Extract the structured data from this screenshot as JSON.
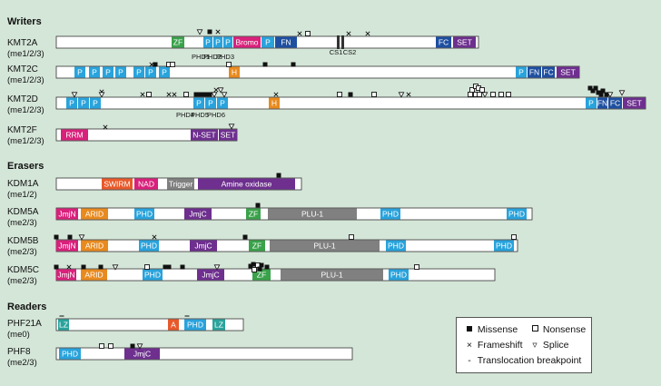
{
  "colors": {
    "background": "#d4e6d8",
    "ZF": "#3aa24a",
    "PHD": "#28a3dc",
    "Bromo": "#d9207b",
    "FN": "#1e4fa0",
    "FC": "#1e4fa0",
    "SET": "#6e2f8f",
    "HMG": "#e88a1e",
    "RRM": "#d9207b",
    "N-SET": "#6e2f8f",
    "SWIRM": "#e8592a",
    "NAD": "#d9207b",
    "Trigger": "#808080",
    "Amine oxidase": "#6e2f8f",
    "JmjN": "#d9207b",
    "ARID": "#e88a1e",
    "JmjC": "#6e2f8f",
    "PLU-1": "#808080",
    "LZ": "#2aa39c",
    "A": "#e8592a"
  },
  "sections": [
    {
      "key": "writers",
      "title": "Writers"
    },
    {
      "key": "erasers",
      "title": "Erasers"
    },
    {
      "key": "readers",
      "title": "Readers"
    }
  ],
  "proteins": [
    {
      "name": "KMT2A",
      "sub": "(me1/2/3)",
      "section": "writers",
      "domains": [
        {
          "label": "ZF",
          "type": "ZF"
        },
        {
          "label": "P",
          "type": "PHD"
        },
        {
          "label": "P",
          "type": "PHD"
        },
        {
          "label": "P",
          "type": "PHD"
        },
        {
          "label": "Bromo",
          "type": "Bromo"
        },
        {
          "label": "P",
          "type": "PHD"
        },
        {
          "label": "FN",
          "type": "FN"
        },
        {
          "label": "FC",
          "type": "FC"
        },
        {
          "label": "SET",
          "type": "SET"
        }
      ],
      "annotations": [
        "PHD1",
        "PHD2",
        "PHD3",
        "CS1",
        "CS2"
      ],
      "mutations": [
        {
          "type": "splice"
        },
        {
          "type": "missense"
        },
        {
          "type": "frameshift"
        },
        {
          "type": "frameshift"
        },
        {
          "type": "nonsense"
        },
        {
          "type": "frameshift"
        },
        {
          "type": "frameshift"
        }
      ]
    },
    {
      "name": "KMT2C",
      "sub": "(me1/2/3)",
      "section": "writers",
      "domains": [
        {
          "label": "P",
          "type": "PHD"
        },
        {
          "label": "P",
          "type": "PHD"
        },
        {
          "label": "P",
          "type": "PHD"
        },
        {
          "label": "P",
          "type": "PHD"
        },
        {
          "label": "P",
          "type": "PHD"
        },
        {
          "label": "P",
          "type": "PHD"
        },
        {
          "label": "P",
          "type": "PHD"
        },
        {
          "label": "H",
          "type": "HMG"
        },
        {
          "label": "P",
          "type": "PHD"
        },
        {
          "label": "FN",
          "type": "FN"
        },
        {
          "label": "FC",
          "type": "FC"
        },
        {
          "label": "SET",
          "type": "SET"
        }
      ],
      "annotations": [],
      "mutations": [
        {
          "type": "frameshift"
        },
        {
          "type": "missense"
        },
        {
          "type": "nonsense"
        },
        {
          "type": "nonsense"
        },
        {
          "type": "missense"
        },
        {
          "type": "missense"
        },
        {
          "type": "nonsense"
        }
      ]
    },
    {
      "name": "KMT2D",
      "sub": "(me1/2/3)",
      "section": "writers",
      "domains": [
        {
          "label": "P",
          "type": "PHD"
        },
        {
          "label": "P",
          "type": "PHD"
        },
        {
          "label": "P",
          "type": "PHD"
        },
        {
          "label": "P",
          "type": "PHD"
        },
        {
          "label": "P",
          "type": "PHD"
        },
        {
          "label": "P",
          "type": "PHD"
        },
        {
          "label": "H",
          "type": "HMG"
        },
        {
          "label": "P",
          "type": "PHD"
        },
        {
          "label": "FN",
          "type": "FN"
        },
        {
          "label": "FC",
          "type": "FC"
        },
        {
          "label": "SET",
          "type": "SET"
        }
      ],
      "annotations": [
        "PHD4",
        "PHD5",
        "PHD6"
      ],
      "mutations": [
        {
          "type": "splice"
        },
        {
          "type": "frameshift"
        },
        {
          "type": "splice"
        },
        {
          "type": "frameshift"
        },
        {
          "type": "nonsense"
        },
        {
          "type": "frameshift"
        },
        {
          "type": "frameshift"
        },
        {
          "type": "nonsense"
        },
        {
          "type": "missense"
        },
        {
          "type": "missense"
        },
        {
          "type": "missense"
        },
        {
          "type": "missense"
        },
        {
          "type": "splice"
        },
        {
          "type": "frameshift"
        },
        {
          "type": "splice"
        },
        {
          "type": "splice"
        },
        {
          "type": "frameshift"
        },
        {
          "type": "nonsense"
        },
        {
          "type": "missense"
        },
        {
          "type": "nonsense"
        },
        {
          "type": "splice"
        },
        {
          "type": "frameshift"
        },
        {
          "type": "nonsense"
        },
        {
          "type": "nonsense"
        },
        {
          "type": "nonsense"
        },
        {
          "type": "splice"
        },
        {
          "type": "nonsense"
        },
        {
          "type": "nonsense"
        },
        {
          "type": "nonsense"
        },
        {
          "type": "nonsense"
        },
        {
          "type": "nonsense"
        },
        {
          "type": "nonsense"
        },
        {
          "type": "nonsense"
        },
        {
          "type": "missense"
        },
        {
          "type": "missense"
        },
        {
          "type": "missense"
        },
        {
          "type": "missense"
        },
        {
          "type": "missense"
        },
        {
          "type": "missense"
        },
        {
          "type": "missense"
        },
        {
          "type": "splice"
        },
        {
          "type": "splice"
        }
      ]
    },
    {
      "name": "KMT2F",
      "sub": "(me1/2/3)",
      "section": "writers",
      "domains": [
        {
          "label": "RRM",
          "type": "RRM"
        },
        {
          "label": "N-SET",
          "type": "N-SET"
        },
        {
          "label": "SET",
          "type": "SET"
        }
      ],
      "annotations": [],
      "mutations": [
        {
          "type": "frameshift"
        },
        {
          "type": "splice"
        }
      ]
    },
    {
      "name": "KDM1A",
      "sub": "(me1/2)",
      "section": "erasers",
      "domains": [
        {
          "label": "SWIRM",
          "type": "SWIRM"
        },
        {
          "label": "NAD",
          "type": "NAD"
        },
        {
          "label": "Trigger",
          "type": "Trigger"
        },
        {
          "label": "Amine oxidase",
          "type": "Amine oxidase"
        }
      ],
      "annotations": [],
      "mutations": [
        {
          "type": "missense"
        }
      ]
    },
    {
      "name": "KDM5A",
      "sub": "(me2/3)",
      "section": "erasers",
      "domains": [
        {
          "label": "JmjN",
          "type": "JmjN"
        },
        {
          "label": "ARID",
          "type": "ARID"
        },
        {
          "label": "PHD",
          "type": "PHD"
        },
        {
          "label": "JmjC",
          "type": "JmjC"
        },
        {
          "label": "ZF",
          "type": "ZF"
        },
        {
          "label": "PLU-1",
          "type": "PLU-1"
        },
        {
          "label": "PHD",
          "type": "PHD"
        },
        {
          "label": "PHD",
          "type": "PHD"
        }
      ],
      "annotations": [],
      "mutations": [
        {
          "type": "missense"
        }
      ]
    },
    {
      "name": "KDM5B",
      "sub": "(me2/3)",
      "section": "erasers",
      "domains": [
        {
          "label": "JmjN",
          "type": "JmjN"
        },
        {
          "label": "ARID",
          "type": "ARID"
        },
        {
          "label": "PHD",
          "type": "PHD"
        },
        {
          "label": "JmjC",
          "type": "JmjC"
        },
        {
          "label": "ZF",
          "type": "ZF"
        },
        {
          "label": "PLU-1",
          "type": "PLU-1"
        },
        {
          "label": "PHD",
          "type": "PHD"
        },
        {
          "label": "PHD",
          "type": "PHD"
        }
      ],
      "annotations": [],
      "mutations": [
        {
          "type": "missense"
        },
        {
          "type": "missense"
        },
        {
          "type": "splice"
        },
        {
          "type": "frameshift"
        },
        {
          "type": "missense"
        },
        {
          "type": "nonsense"
        },
        {
          "type": "nonsense"
        }
      ]
    },
    {
      "name": "KDM5C",
      "sub": "(me2/3)",
      "section": "erasers",
      "domains": [
        {
          "label": "JmjN",
          "type": "JmjN"
        },
        {
          "label": "ARID",
          "type": "ARID"
        },
        {
          "label": "PHD",
          "type": "PHD"
        },
        {
          "label": "JmjC",
          "type": "JmjC"
        },
        {
          "label": "ZF",
          "type": "ZF"
        },
        {
          "label": "PLU-1",
          "type": "PLU-1"
        },
        {
          "label": "PHD",
          "type": "PHD"
        }
      ],
      "annotations": [],
      "mutations": [
        {
          "type": "missense"
        },
        {
          "type": "frameshift"
        },
        {
          "type": "missense"
        },
        {
          "type": "missense"
        },
        {
          "type": "splice"
        },
        {
          "type": "nonsense"
        },
        {
          "type": "missense"
        },
        {
          "type": "missense"
        },
        {
          "type": "missense"
        },
        {
          "type": "splice"
        },
        {
          "type": "missense"
        },
        {
          "type": "missense"
        },
        {
          "type": "nonsense"
        },
        {
          "type": "missense"
        },
        {
          "type": "nonsense"
        },
        {
          "type": "missense"
        },
        {
          "type": "missense"
        },
        {
          "type": "nonsense"
        }
      ]
    },
    {
      "name": "PHF21A",
      "sub": "(me0)",
      "section": "readers",
      "domains": [
        {
          "label": "LZ",
          "type": "LZ"
        },
        {
          "label": "A",
          "type": "A"
        },
        {
          "label": "PHD",
          "type": "PHD"
        },
        {
          "label": "LZ",
          "type": "LZ"
        }
      ],
      "annotations": [],
      "mutations": [
        {
          "type": "translocation"
        },
        {
          "type": "translocation"
        }
      ]
    },
    {
      "name": "PHF8",
      "sub": "(me2/3)",
      "section": "readers",
      "domains": [
        {
          "label": "PHD",
          "type": "PHD"
        },
        {
          "label": "JmjC",
          "type": "JmjC"
        }
      ],
      "annotations": [],
      "mutations": [
        {
          "type": "nonsense"
        },
        {
          "type": "nonsense"
        },
        {
          "type": "missense"
        },
        {
          "type": "splice"
        }
      ]
    }
  ],
  "legend": {
    "missense": "Missense",
    "nonsense": "Nonsense",
    "frameshift": "Frameshift",
    "splice": "Splice",
    "translocation": "Translocation breakpoint"
  }
}
